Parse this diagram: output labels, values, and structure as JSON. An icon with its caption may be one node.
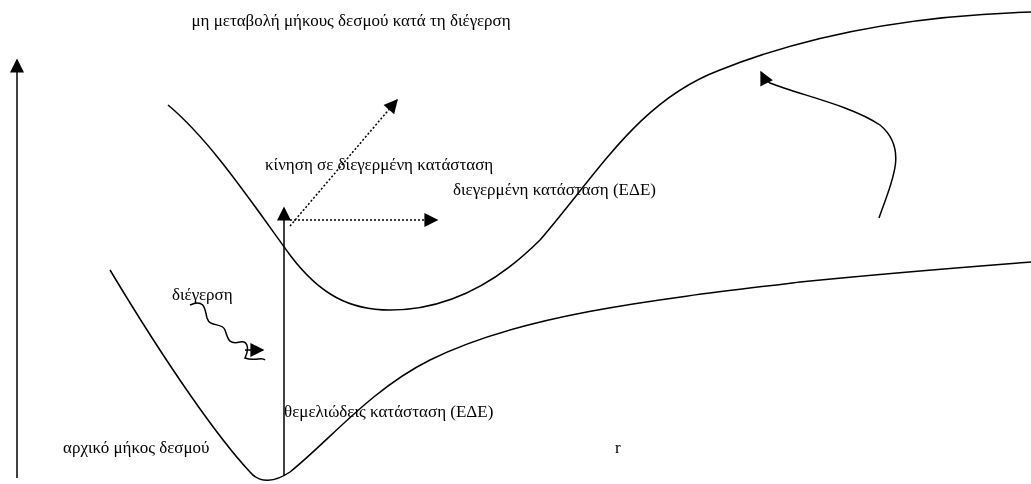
{
  "diagram": {
    "labels": [
      "μη μεταβολή μήκους δεσμού κατά τη διέγερση",
      "κίνηση σε διεγερμένη κατάσταση",
      "διεγερμένη κατάσταση (ΕΔΕ)",
      "διέγερση",
      "θεμελιώδεις κατάσταση (ΕΔΕ)",
      "αρχικό μήκος δεσμού",
      "r"
    ]
  }
}
